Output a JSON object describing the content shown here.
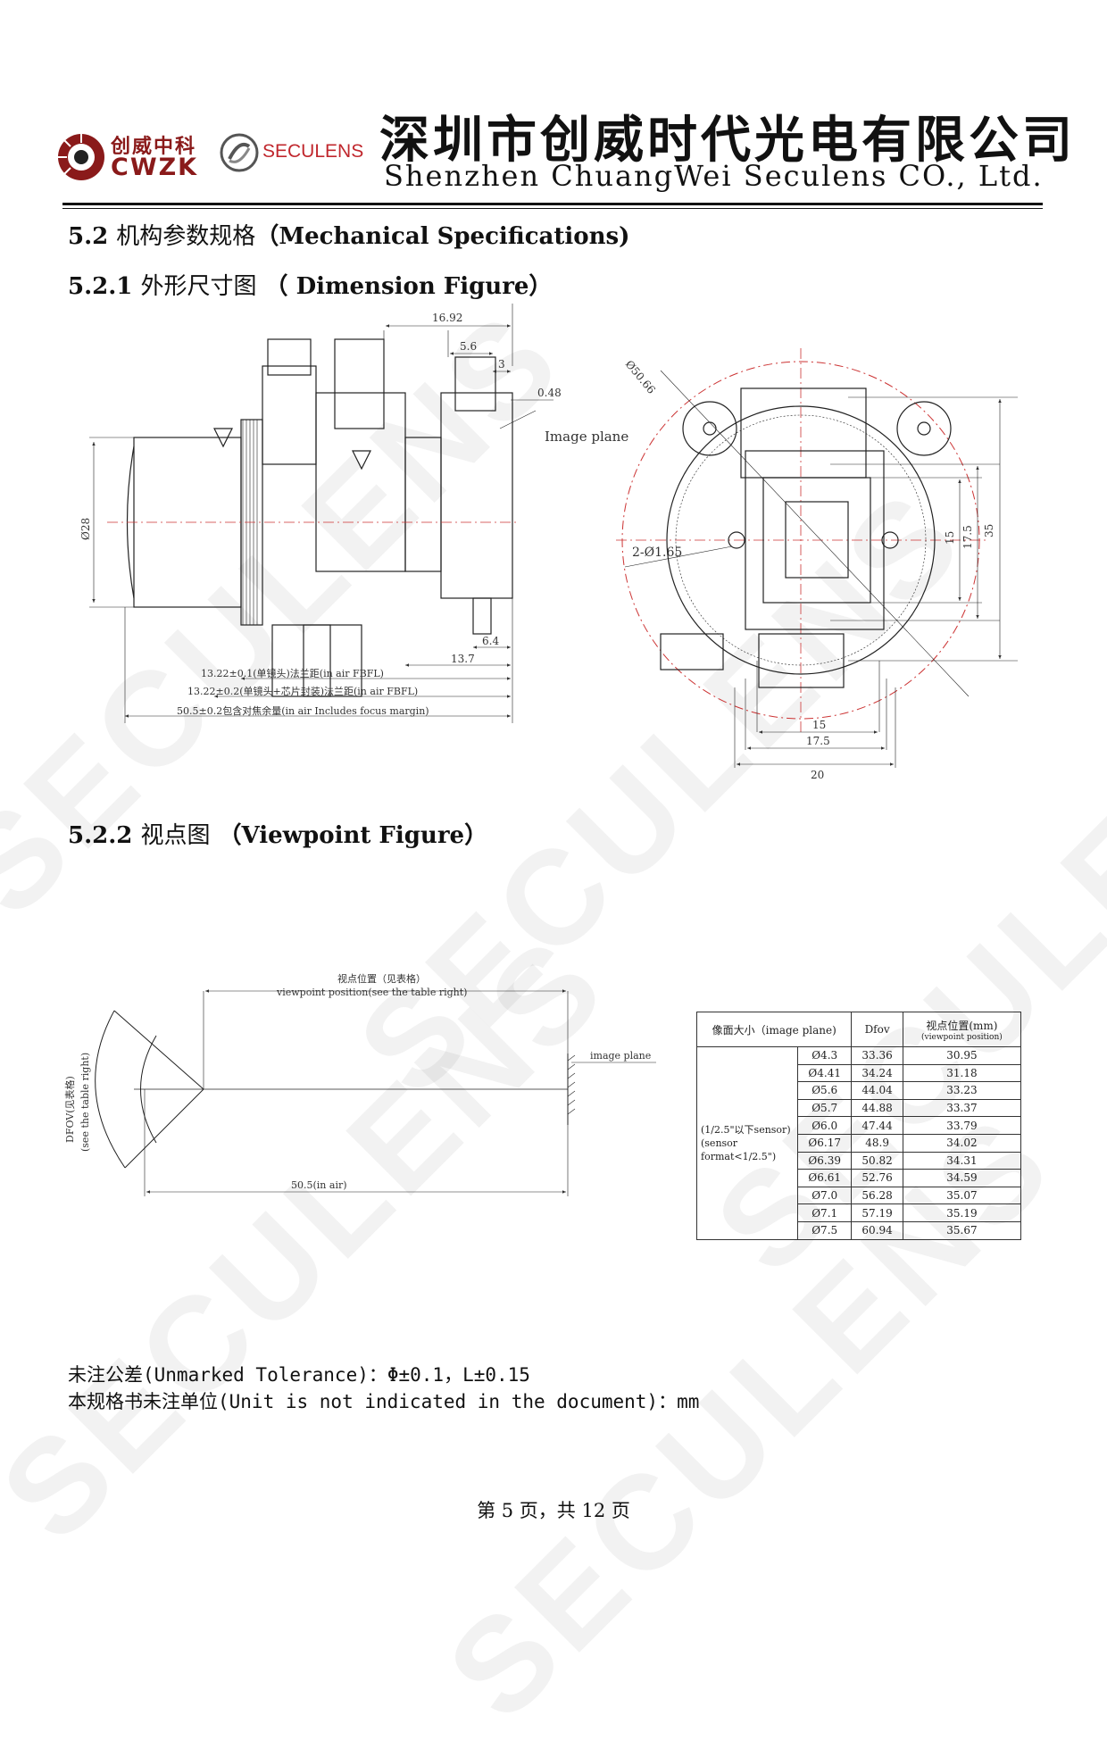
{
  "header": {
    "logo_cn": "创威中科",
    "logo_en": "CWZK",
    "brand": "SECULENS",
    "company_cn": "深圳市创威时代光电有限公司",
    "company_en": "Shenzhen ChuangWei Seculens CO., Ltd."
  },
  "watermark": "SECULENS",
  "sections": {
    "s52_num": "5.2",
    "s52_cn": "机构参数规格",
    "s52_en": "（Mechanical Specifications)",
    "s521_num": "5.2.1",
    "s521_cn": "外形尺寸图",
    "s521_en": "（ Dimension Figure）",
    "s522_num": "5.2.2",
    "s522_cn": "视点图",
    "s522_en": "（Viewpoint Figure）"
  },
  "dimension_figure": {
    "d16_92": "16.92",
    "d5_6": "5.6",
    "d3": "3",
    "d0_48": "0.48",
    "image_plane": "Image plane",
    "d28": "Ø28",
    "d6_4": "6.4",
    "d13_7": "13.7",
    "fbfl1": "13.22±0.1(单镜头)法兰距(in air FBFL)",
    "fbfl2": "13.22±0.2(单镜头+芯片封装)法兰距(in air FBFL)",
    "total": "50.5±0.2包含对焦余量(in air Includes focus margin)",
    "d50_66": "Ø50.66",
    "holes": "2-Ø1.65",
    "d15v": "15",
    "d17_5v": "17.5",
    "d35": "35",
    "d15h": "15",
    "d17_5h": "17.5",
    "d20": "20"
  },
  "viewpoint_figure": {
    "pos_cn": "视点位置（见表格）",
    "pos_en": "viewpoint position(see the table right)",
    "image_plane": "image plane",
    "dfov_cn": "DFOV(见表格)",
    "dfov_en": "(see the table right)",
    "length": "50.5(in air)"
  },
  "viewpoint_table": {
    "headers": [
      "像面大小（image plane)",
      "Dfov",
      "视点位置(mm)",
      "(viewpoint position)"
    ],
    "sensor_label": [
      "(1/2.5\"以下sensor)",
      "(sensor",
      "format<1/2.5\")"
    ],
    "rows": [
      [
        "Ø4.3",
        "33.36",
        "30.95"
      ],
      [
        "Ø4.41",
        "34.24",
        "31.18"
      ],
      [
        "Ø5.6",
        "44.04",
        "33.23"
      ],
      [
        "Ø5.7",
        "44.88",
        "33.37"
      ],
      [
        "Ø6.0",
        "47.44",
        "33.79"
      ],
      [
        "Ø6.17",
        "48.9",
        "34.02"
      ],
      [
        "Ø6.39",
        "50.82",
        "34.31"
      ],
      [
        "Ø6.61",
        "52.76",
        "34.59"
      ],
      [
        "Ø7.0",
        "56.28",
        "35.07"
      ],
      [
        "Ø7.1",
        "57.19",
        "35.19"
      ],
      [
        "Ø7.5",
        "60.94",
        "35.67"
      ]
    ]
  },
  "notes": {
    "tolerance": "未注公差(Unmarked Tolerance)：Φ±0.1，L±0.15",
    "unit": "本规格书未注单位(Unit is not indicated in the document)：mm"
  },
  "footer": {
    "page": "第 5 页，共 12 页"
  }
}
